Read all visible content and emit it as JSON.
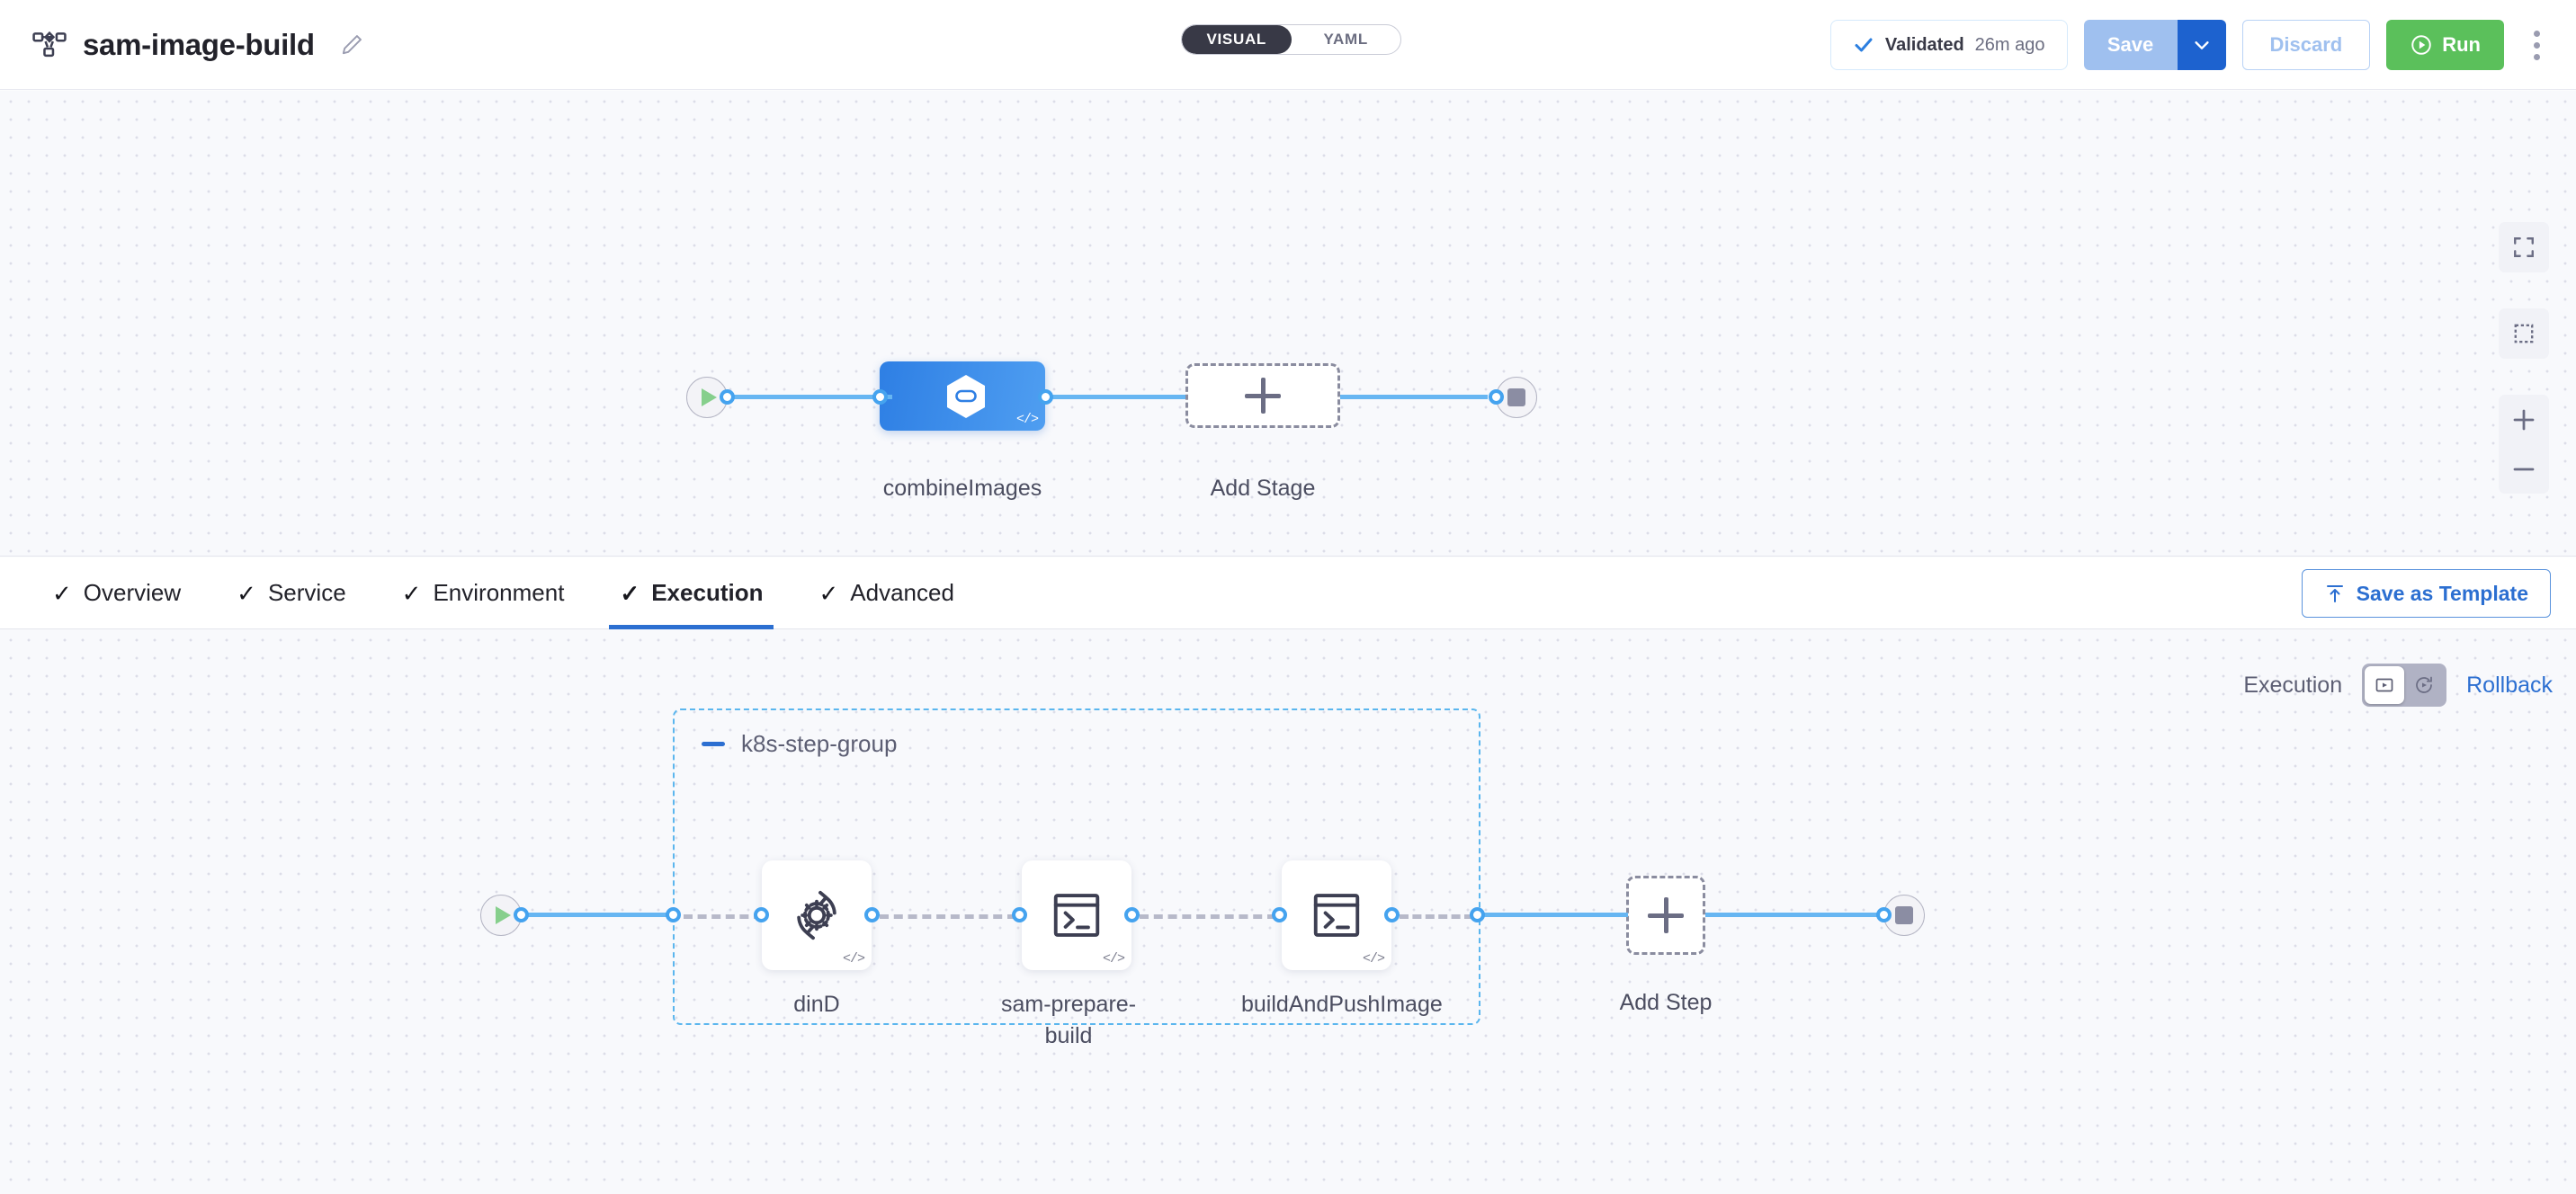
{
  "header": {
    "pipeline_icon": "pipeline-nodes-icon",
    "title": "sam-image-build",
    "edit_icon": "pencil-edit-icon",
    "view_toggle": {
      "options": [
        "VISUAL",
        "YAML"
      ],
      "selected": "VISUAL"
    },
    "validation": {
      "icon": "check-icon",
      "label": "Validated",
      "time": "26m ago"
    },
    "save_button": {
      "label": "Save",
      "caret_icon": "chevron-down-icon"
    },
    "discard_button": "Discard",
    "run_button": {
      "label": "Run",
      "icon": "play-circle-icon"
    },
    "more_menu_icon": "kebab-menu-icon"
  },
  "stage_canvas": {
    "start_node": "start-play-node",
    "end_node": "end-stop-node",
    "stage": {
      "name": "combineImages",
      "type_icon": "harness-cd-hexagon-icon",
      "code_badge": "</>"
    },
    "add_stage": {
      "label": "Add Stage",
      "icon": "plus-icon"
    },
    "controls": [
      {
        "name": "fit-to-screen-icon"
      },
      {
        "name": "select-area-icon"
      },
      {
        "name": "zoom-in-icon"
      },
      {
        "name": "zoom-out-icon"
      }
    ]
  },
  "tabs": {
    "items": [
      {
        "label": "Overview",
        "checked": true,
        "active": false
      },
      {
        "label": "Service",
        "checked": true,
        "active": false
      },
      {
        "label": "Environment",
        "checked": true,
        "active": false
      },
      {
        "label": "Execution",
        "checked": true,
        "active": true
      },
      {
        "label": "Advanced",
        "checked": true,
        "active": false
      }
    ],
    "save_as_template": {
      "label": "Save as Template",
      "icon": "upload-template-icon"
    }
  },
  "execution_canvas": {
    "mode_toggle": {
      "left_label": "Execution",
      "right_label": "Rollback",
      "left_icon": "execution-play-box-icon",
      "right_icon": "rollback-replay-icon",
      "selected": "Execution"
    },
    "step_group": {
      "name": "k8s-step-group",
      "collapse_icon": "minus-collapse-icon"
    },
    "start_node": "start-play-node",
    "end_node": "end-stop-node",
    "steps": [
      {
        "name": "dinD",
        "icon": "gear-rotate-icon",
        "code_badge": "</>"
      },
      {
        "name": "sam-prepare-build",
        "icon": "terminal-shell-icon",
        "code_badge": "</>"
      },
      {
        "name": "buildAndPushImage",
        "icon": "terminal-shell-icon",
        "code_badge": "</>"
      }
    ],
    "add_step": {
      "label": "Add Step",
      "icon": "plus-icon"
    }
  },
  "colors": {
    "primary_blue": "#2c6fd1",
    "link_blue": "#67b6f2",
    "run_green": "#5bc05b",
    "stage_blue": "#2e7fe4",
    "canvas_bg": "#f8f9fc",
    "text_dark": "#22222a",
    "text_muted": "#5c5e73"
  }
}
